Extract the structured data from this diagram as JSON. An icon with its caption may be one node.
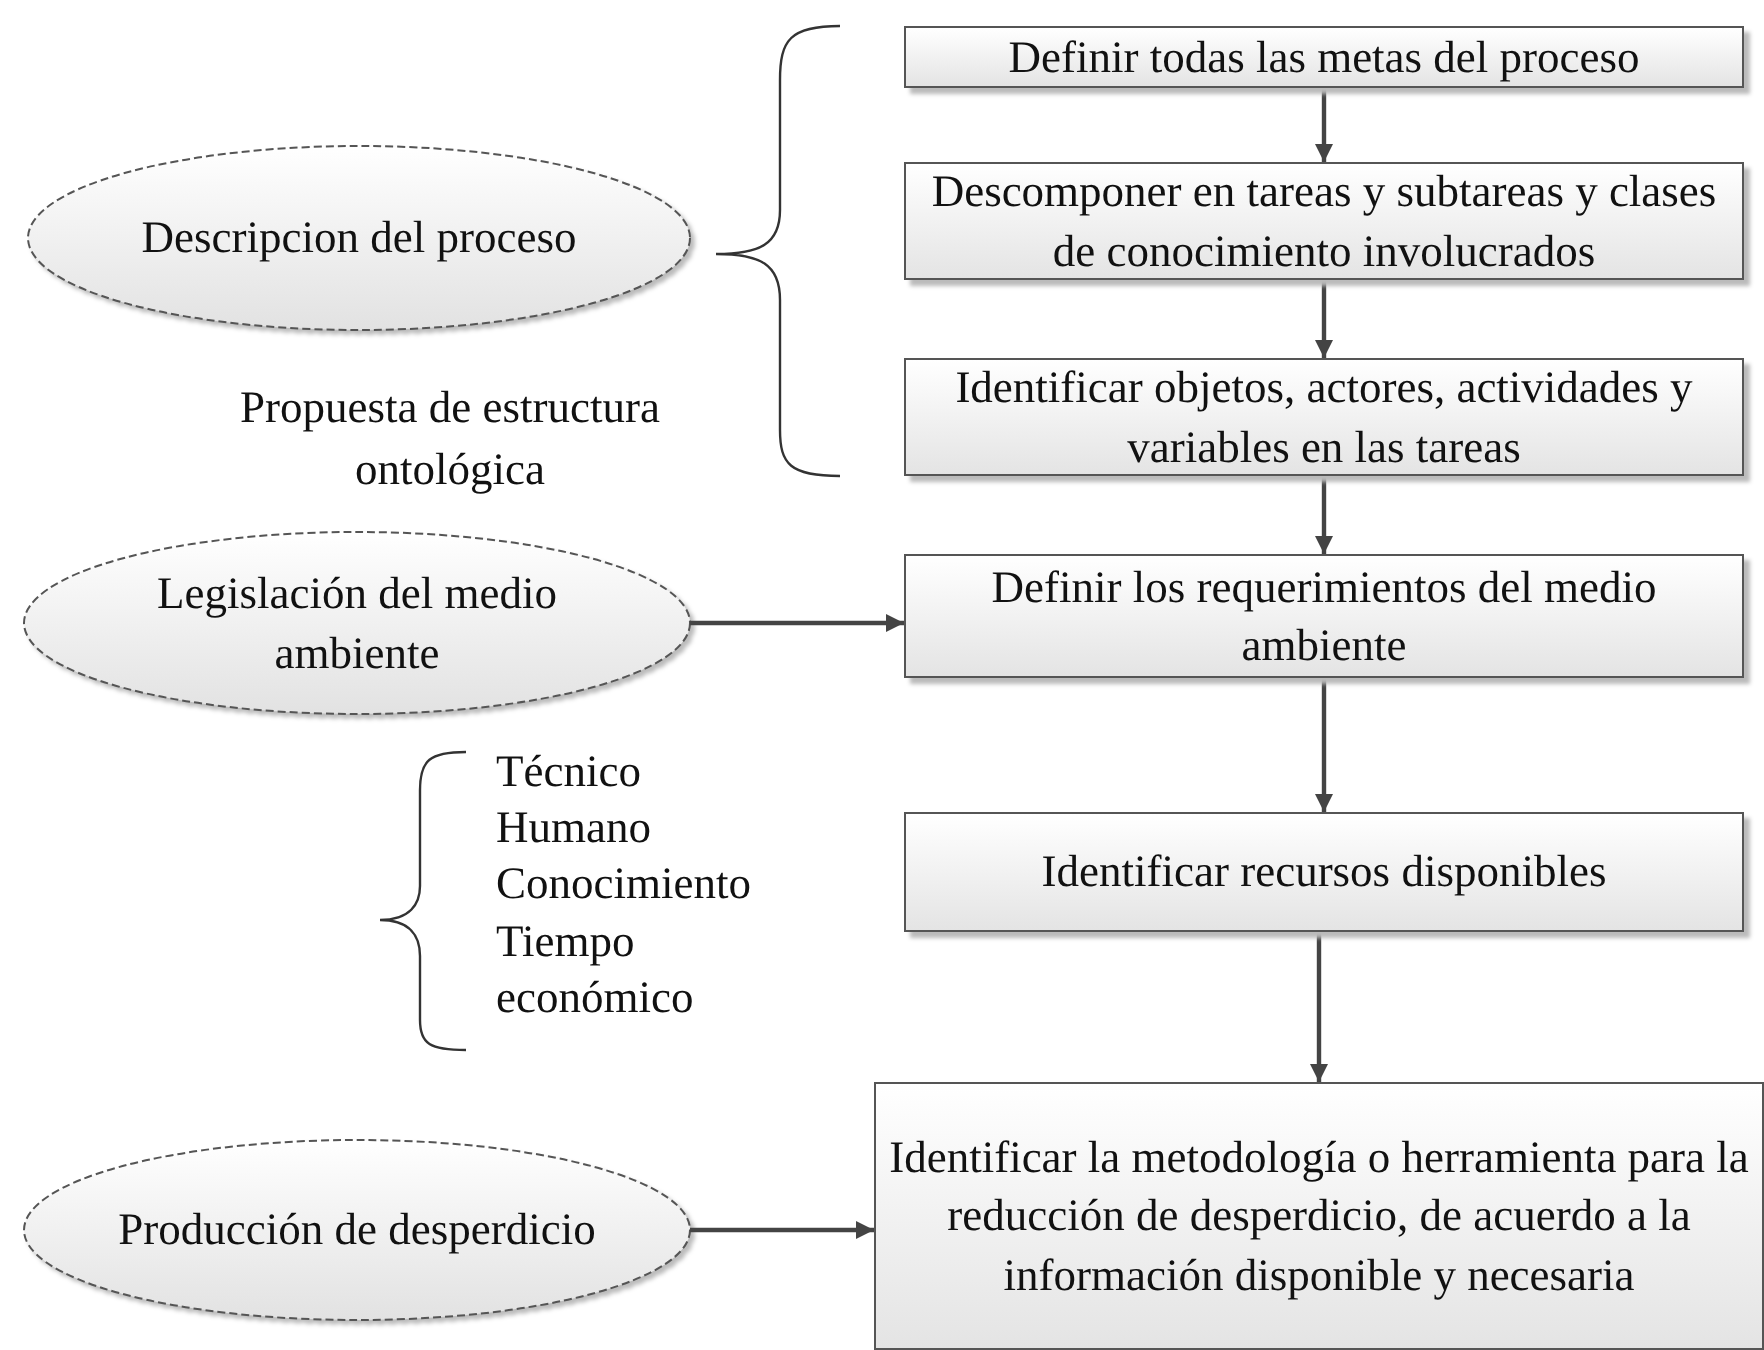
{
  "diagram": {
    "nodes": [
      {
        "text": [
          "Definir todas las metas del proceso"
        ]
      },
      {
        "text": [
          "Descomponer en tareas y subtareas y clases de conocimiento involucrados"
        ]
      },
      {
        "text": [
          "Identificar objetos, actores, actividades y variables en las tareas"
        ]
      },
      {
        "text": [
          "Definir los requerimientos del medio ambiente"
        ]
      },
      {
        "text": [
          "Identificar recursos disponibles"
        ]
      },
      {
        "text": [
          "Identificar la metodología o herramienta para la reducción de desperdicio, de acuerdo a la información disponible y necesaria"
        ]
      },
      {
        "text": [
          "Descripcion del proceso"
        ]
      },
      {
        "text": [
          "Legislación del medio ambiente"
        ]
      },
      {
        "text": [
          "Producción de desperdicio"
        ]
      }
    ],
    "edges": [
      {
        "from": 0,
        "to": 1,
        "arrow": "to"
      },
      {
        "from": 1,
        "to": 2,
        "arrow": "to"
      },
      {
        "from": 2,
        "to": 3,
        "arrow": "to"
      },
      {
        "from": 3,
        "to": 4,
        "arrow": "to"
      },
      {
        "from": 4,
        "to": 5,
        "arrow": "to"
      },
      {
        "from": 7,
        "to": 3,
        "arrow": "to"
      },
      {
        "from": 8,
        "to": 5,
        "arrow": "to"
      }
    ],
    "labels": [
      "Propuesta de estructura ontológica",
      "Técnico",
      "Humano",
      "Conocimiento",
      "Tiempo",
      "económico"
    ]
  }
}
